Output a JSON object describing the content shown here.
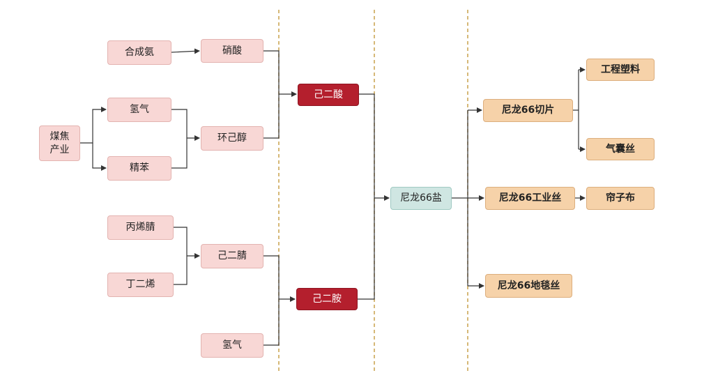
{
  "nodes": {
    "coke": "煤焦\n产业",
    "syngas": "合成氨",
    "nitric_acid": "硝酸",
    "hydrogen": "氢气",
    "benzene": "精苯",
    "cyclohexanol": "环己醇",
    "acrylonitrile": "丙烯腈",
    "butadiene": "丁二烯",
    "adiponitrile": "己二腈",
    "hydrogen2": "氢气",
    "adipic_acid": "己二酸",
    "hexanediamine": "己二胺",
    "nylon_salt": "尼龙66盐",
    "nylon_chips": "尼龙66切片",
    "engineering_plastic": "工程塑料",
    "airbag_yarn": "气囊丝",
    "nylon_industrial_yarn": "尼龙66工业丝",
    "tire_cord": "帘子布",
    "nylon_carpet_yarn": "尼龙66地毯丝"
  },
  "colors": {
    "raw_material": "#f8d7d5",
    "intermediate": "#b41f2d",
    "salt": "#cfe6e2",
    "product": "#f6d2a9",
    "stage_divider": "#c9a04a",
    "connector": "#333333"
  }
}
